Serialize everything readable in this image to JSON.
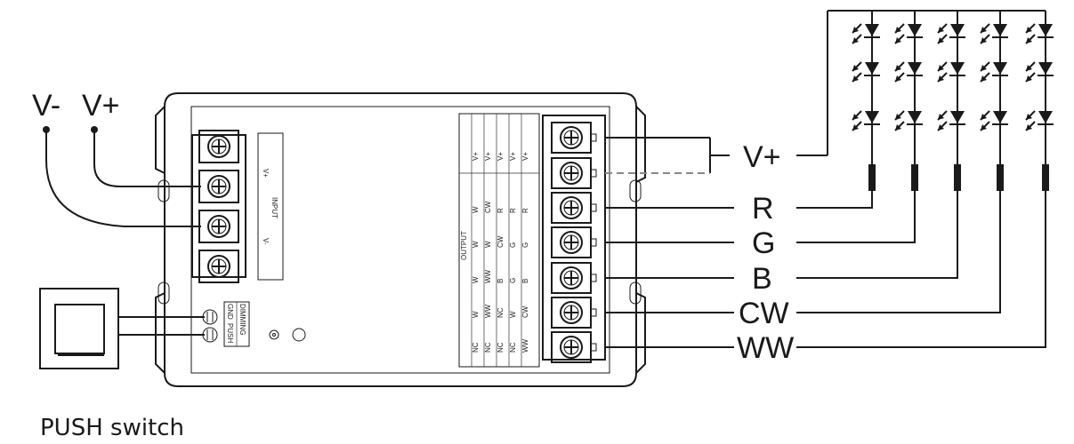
{
  "power": {
    "minus_label": "V-",
    "plus_label": "V+"
  },
  "input_block": {
    "title": "INPUT",
    "plus": "V+",
    "minus": "V-"
  },
  "dimming_block": {
    "title": "DIMMING",
    "gnd": "GND",
    "push": "PUSH"
  },
  "output_block": {
    "title": "OUTPUT",
    "columns": [
      [
        "V+",
        "W",
        "W",
        "W",
        "W",
        "NC"
      ],
      [
        "V+",
        "CW",
        "W",
        "WW",
        "WW",
        "NC"
      ],
      [
        "V+",
        "R",
        "CW",
        "B",
        "NC",
        "NC"
      ],
      [
        "V+",
        "R",
        "G",
        "G",
        "W",
        "NC"
      ],
      [
        "V+",
        "R",
        "G",
        "B",
        "CW",
        "WW"
      ]
    ]
  },
  "wire_labels": [
    "V+",
    "R",
    "G",
    "B",
    "CW",
    "WW"
  ],
  "switch_caption": "PUSH switch",
  "led_strings": 5
}
